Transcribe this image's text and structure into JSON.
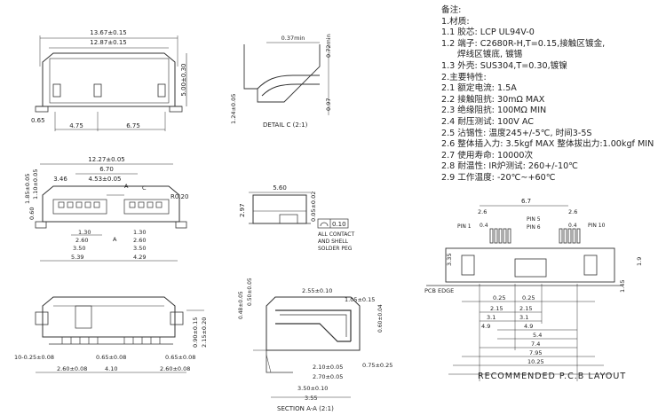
{
  "notes": {
    "heading": "备注:",
    "lines": [
      "1.材质:",
      "1.1 胶芯: LCP  UL94V-0",
      "1.2 端子: C2680R-H,T=0.15,接触区镀金,",
      "焊线区镀底, 镀锡",
      "1.3 外壳: SUS304,T=0.30,镀镍",
      "2.主要特性:",
      "2.1 额定电流: 1.5A",
      "2.2 接触阻抗: 30mΩ MAX",
      "2.3 绝缘阻抗: 100MΩ  MIN",
      "2.4 耐压测试:  100V  AC",
      "2.5 沾锡性: 温度245+/-5℃, 时间3-5S",
      "2.6 整体插入力: 3.5kgf MAX   整体拔出力:1.00kgf MIN",
      "2.7 使用寿命: 10000次",
      "2.8 耐温性: IR炉测试: 260+/-10℃",
      "2.9 工作温度: -20℃~+60℃"
    ]
  },
  "top_view": {
    "dims": [
      "13.67±0.15",
      "12.87±0.15",
      "5.00±0.30",
      "0.65",
      "4.75",
      "6.75"
    ]
  },
  "detail_c": {
    "title": "DETAIL  C (2:1)",
    "dims": [
      "0.37min",
      "0.72min",
      "0.97",
      "1.24±0.05"
    ]
  },
  "front_view": {
    "dims": [
      "12.27±0.05",
      "6.70",
      "3.46",
      "4.53±0.05",
      "1.85±0.05",
      "1.10±0.05",
      "0.60",
      "1.30",
      "2.60",
      "3.50",
      "5.39",
      "1.30",
      "2.60",
      "3.50",
      "4.29",
      "R0.20"
    ],
    "labels": [
      "A",
      "A",
      "C"
    ]
  },
  "side_view": {
    "dims": [
      "5.60",
      "2.97",
      "0.05±0.02",
      "0.10"
    ],
    "note": [
      "ALL  CONTACT",
      "AND  SHELL",
      "SOLDER  PEG"
    ]
  },
  "bottom_view": {
    "dims": [
      "10-0.25±0.08",
      "0.65±0.08",
      "0.65±0.08",
      "2.60±0.08",
      "4.10",
      "2.60±0.08",
      "2.15±0.20",
      "0.90±0.15"
    ]
  },
  "section_view": {
    "title": "SECTION  A-A (2:1)",
    "dims": [
      "0.48±0.05",
      "0.50±0.05",
      "2.55±0.10",
      "1.05±0.15",
      "0.60±0.04",
      "2.10±0.05",
      "2.70±0.05",
      "3.50±0.10",
      "3.55",
      "0.75±0.25"
    ]
  },
  "pcb_layout": {
    "title": "RECOMMENDED  P.C.B  LAYOUT",
    "pins": [
      "PIN 1",
      "PIN 5",
      "PIN 6",
      "PIN 10"
    ],
    "edge_label": "PCB EDGE",
    "dims": [
      "6.7",
      "2.6",
      "2.6",
      "0.4",
      "0.4",
      "3.35",
      "1.9",
      "1.45",
      "0.25",
      "0.25",
      "2.15",
      "3.1",
      "2.15",
      "3.1",
      "4.9",
      "4.9",
      "5.4",
      "7.4",
      "7.95",
      "10.25"
    ]
  }
}
